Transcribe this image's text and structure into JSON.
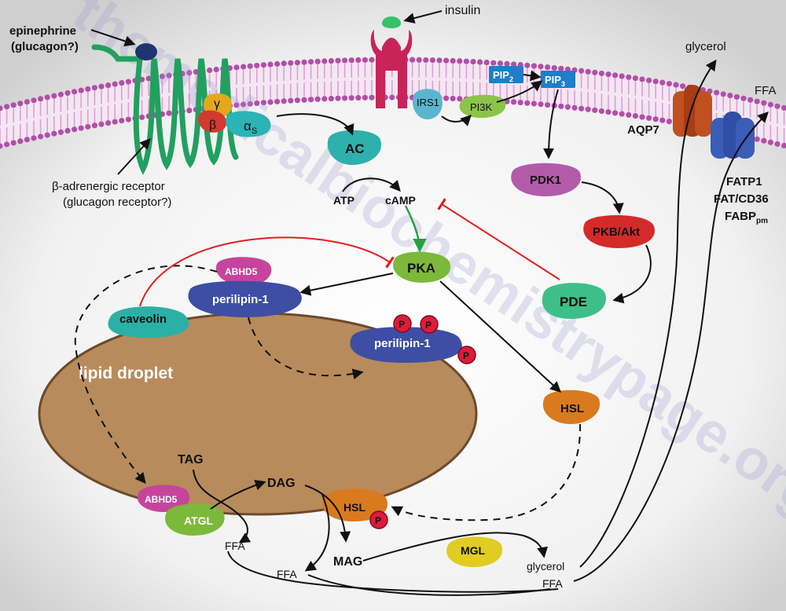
{
  "watermark": "themedicalbiochemistrypage.org",
  "labels": {
    "epinephrine": "epinephrine",
    "glucagon_q": "(glucagon?)",
    "insulin": "insulin",
    "glycerol_top": "glycerol",
    "ffa_top": "FFA",
    "aqp7": "AQP7",
    "beta_receptor": "β-adrenergic receptor",
    "glucagon_receptor": "(glucagon receptor?)",
    "fatp1": "FATP1",
    "fatcd36": "FAT/CD36",
    "fabp": "FABP",
    "fabp_sub": "pm",
    "atp": "ATP",
    "camp": "cAMP",
    "lipid_droplet": "lipid droplet",
    "tag": "TAG",
    "dag": "DAG",
    "mag": "MAG",
    "ffa_1": "FFA",
    "ffa_2": "FFA",
    "glycerol_bottom": "glycerol",
    "ffa_bottom": "FFA"
  },
  "proteins": {
    "gamma": "γ",
    "beta": "β",
    "alpha_s": "α",
    "alpha_s_sub": "S",
    "ac": "AC",
    "irs1": "IRS1",
    "pi3k": "PI3K",
    "pip2": "PIP",
    "pip2_sub": "2",
    "pip3": "PIP",
    "pip3_sub": "3",
    "pdk1": "PDK1",
    "pkb": "PKB/Akt",
    "pka": "PKA",
    "pde": "PDE",
    "abhd5_top": "ABHD5",
    "perilipin_1": "perilipin-1",
    "perilipin_1_p": "perilipin-1",
    "caveolin": "caveolin",
    "hsl_cyt": "HSL",
    "hsl_droplet": "HSL",
    "abhd5_bottom": "ABHD5",
    "atgl": "ATGL",
    "mgl": "MGL",
    "phospho": "P"
  },
  "colors": {
    "membrane_head": "#b14fa8",
    "membrane_tail": "#d9a1d2",
    "receptor_green": "#21a05f",
    "insulin_receptor": "#c8245a",
    "insulin_ligand": "#34c36b",
    "pka_green": "#7cb83a",
    "ac_teal": "#2eb0ad",
    "pdk1_purple": "#b35bab",
    "pkb_red": "#d42a2a",
    "pde_green": "#3ebf8a",
    "perilipin_blue": "#3e4ea5",
    "hsl_orange": "#d97a1f",
    "abhd5_magenta": "#c7449c",
    "atgl_green": "#7cb83a",
    "mgl_yellow": "#e0cc22",
    "lipid_droplet": "#b88b5c",
    "inhibition_red": "#e02020",
    "activation_green": "#28a040",
    "pip_blue": "#1e7ec9",
    "phospho_red": "#e01b3a"
  }
}
